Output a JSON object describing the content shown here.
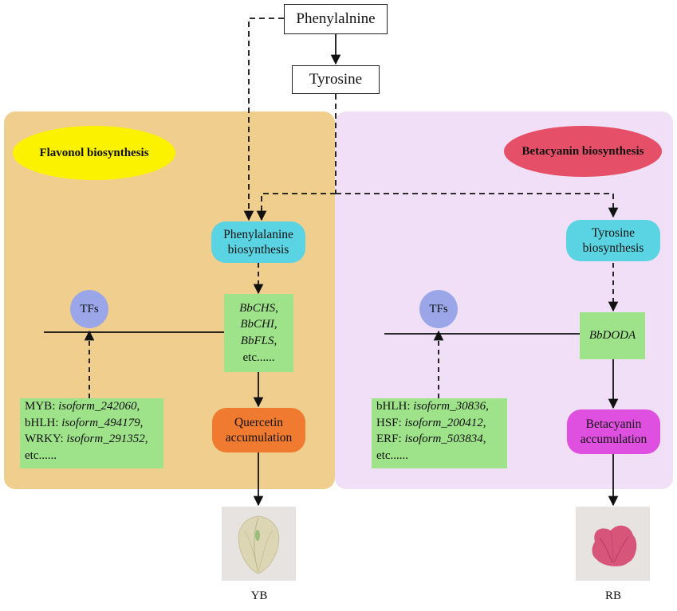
{
  "top": {
    "phenylalnine": "Phenylalnine",
    "tyrosine": "Tyrosine"
  },
  "flavonol": {
    "title": "Flavonol biosynthesis",
    "synth_line1": "Phenylalanine",
    "synth_line2": "biosynthesis",
    "genes": [
      "BbCHS",
      "BbCHI",
      "BbFLS"
    ],
    "genes_etc": "etc......",
    "tfs": "TFs",
    "tf_list": [
      {
        "family": "MYB",
        "isoform": "isoform_242060"
      },
      {
        "family": "bHLH",
        "isoform": "isoform_494179"
      },
      {
        "family": "WRKY",
        "isoform": "isoform_291352"
      }
    ],
    "tf_etc": "etc......",
    "accum_line1": "Quercetin",
    "accum_line2": "accumulation",
    "photo_label": "YB"
  },
  "betacyanin": {
    "title": "Betacyanin biosynthesis",
    "synth_line1": "Tyrosine",
    "synth_line2": "biosynthesis",
    "gene": "BbDODA",
    "tfs": "TFs",
    "tf_list": [
      {
        "family": "bHLH",
        "isoform": "isoform_30836"
      },
      {
        "family": "HSF",
        "isoform": "isoform_200412"
      },
      {
        "family": "ERF",
        "isoform": "isoform_503834"
      }
    ],
    "tf_etc": "etc......",
    "accum_line1": "Betacyanin",
    "accum_line2": "accumulation",
    "photo_label": "RB"
  },
  "colors": {
    "flavonol_panel": "#f0cf8e",
    "betacyanin_panel": "#f0dff6",
    "flavonol_title": "#fbf200",
    "betacyanin_title": "#e55068",
    "synthesis_box": "#5ad4e2",
    "quercetin_box": "#f07a30",
    "betacyanin_box": "#e050e0",
    "tfs_circle": "#9aa6e8",
    "gene_box": "#9ee28a"
  }
}
